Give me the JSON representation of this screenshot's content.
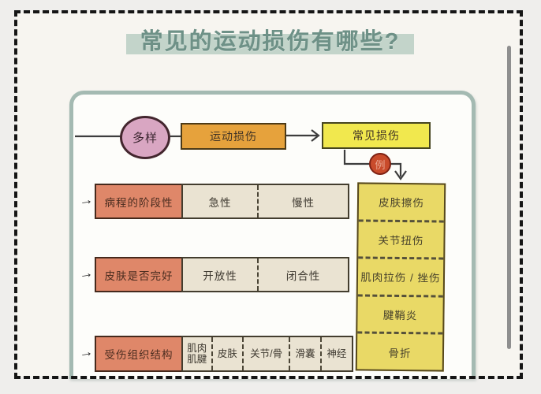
{
  "title": "常见的运动损伤有哪些?",
  "flow": {
    "trait": "多样",
    "source": "运动损伤",
    "target": "常见损伤",
    "badge": "例"
  },
  "classification_rows": [
    {
      "label": "病程的阶段性",
      "cells": [
        "急性",
        "慢性"
      ]
    },
    {
      "label": "皮肤是否完好",
      "cells": [
        "开放性",
        "闭合性"
      ]
    },
    {
      "label": "受伤组织结构",
      "cells": [
        "肌肉肌腱",
        "皮肤",
        "关节/骨",
        "滑囊",
        "神经"
      ]
    }
  ],
  "examples": [
    "皮肤擦伤",
    "关节扭伤",
    "肌肉拉伤 / 挫伤",
    "腱鞘炎",
    "骨折"
  ],
  "row_arrow_glyph": "→",
  "colors": {
    "title_bg": "#c3d4ca",
    "title_text": "#6e9187",
    "oval_fill": "#d9a6c2",
    "box_orange": "#e6a23c",
    "box_yellow": "#f1e84e",
    "column_yellow": "#e9d966",
    "badge_red": "#c94b2b",
    "label_salmon": "#df8769",
    "cell_beige": "#eae3d2",
    "card_border": "#a4bab2",
    "line": "#3d3d3d"
  }
}
